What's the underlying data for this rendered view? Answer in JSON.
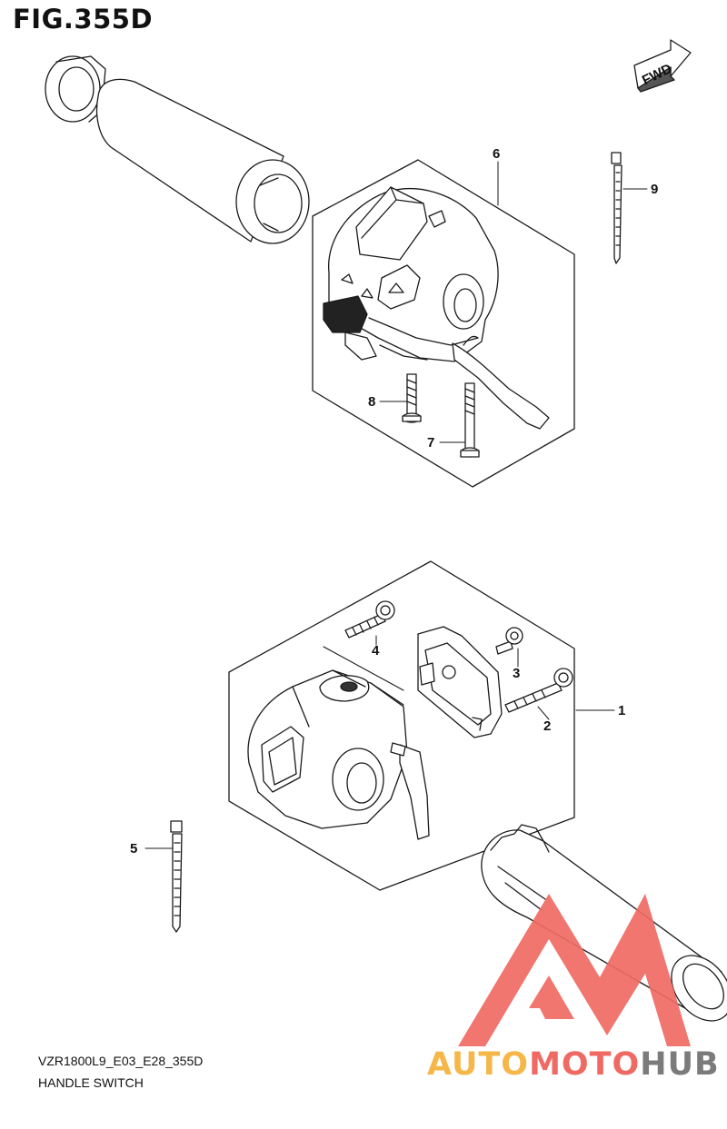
{
  "figure": {
    "title": "FIG.355D",
    "fwd_label": "FWD"
  },
  "footer": {
    "code": "VZR1800L9_E03_E28_355D",
    "caption": "HANDLE SWITCH"
  },
  "callouts": [
    "1",
    "2",
    "3",
    "4",
    "5",
    "6",
    "7",
    "8",
    "9"
  ],
  "watermark": {
    "part1": "AUTO",
    "part2": "MOTO",
    "part3": "HUB"
  },
  "colors": {
    "line": "#1a1a1a",
    "watermark_red": "#ef6a63",
    "watermark_orange": "#f5b74a",
    "watermark_gray": "#7b7b7b"
  }
}
